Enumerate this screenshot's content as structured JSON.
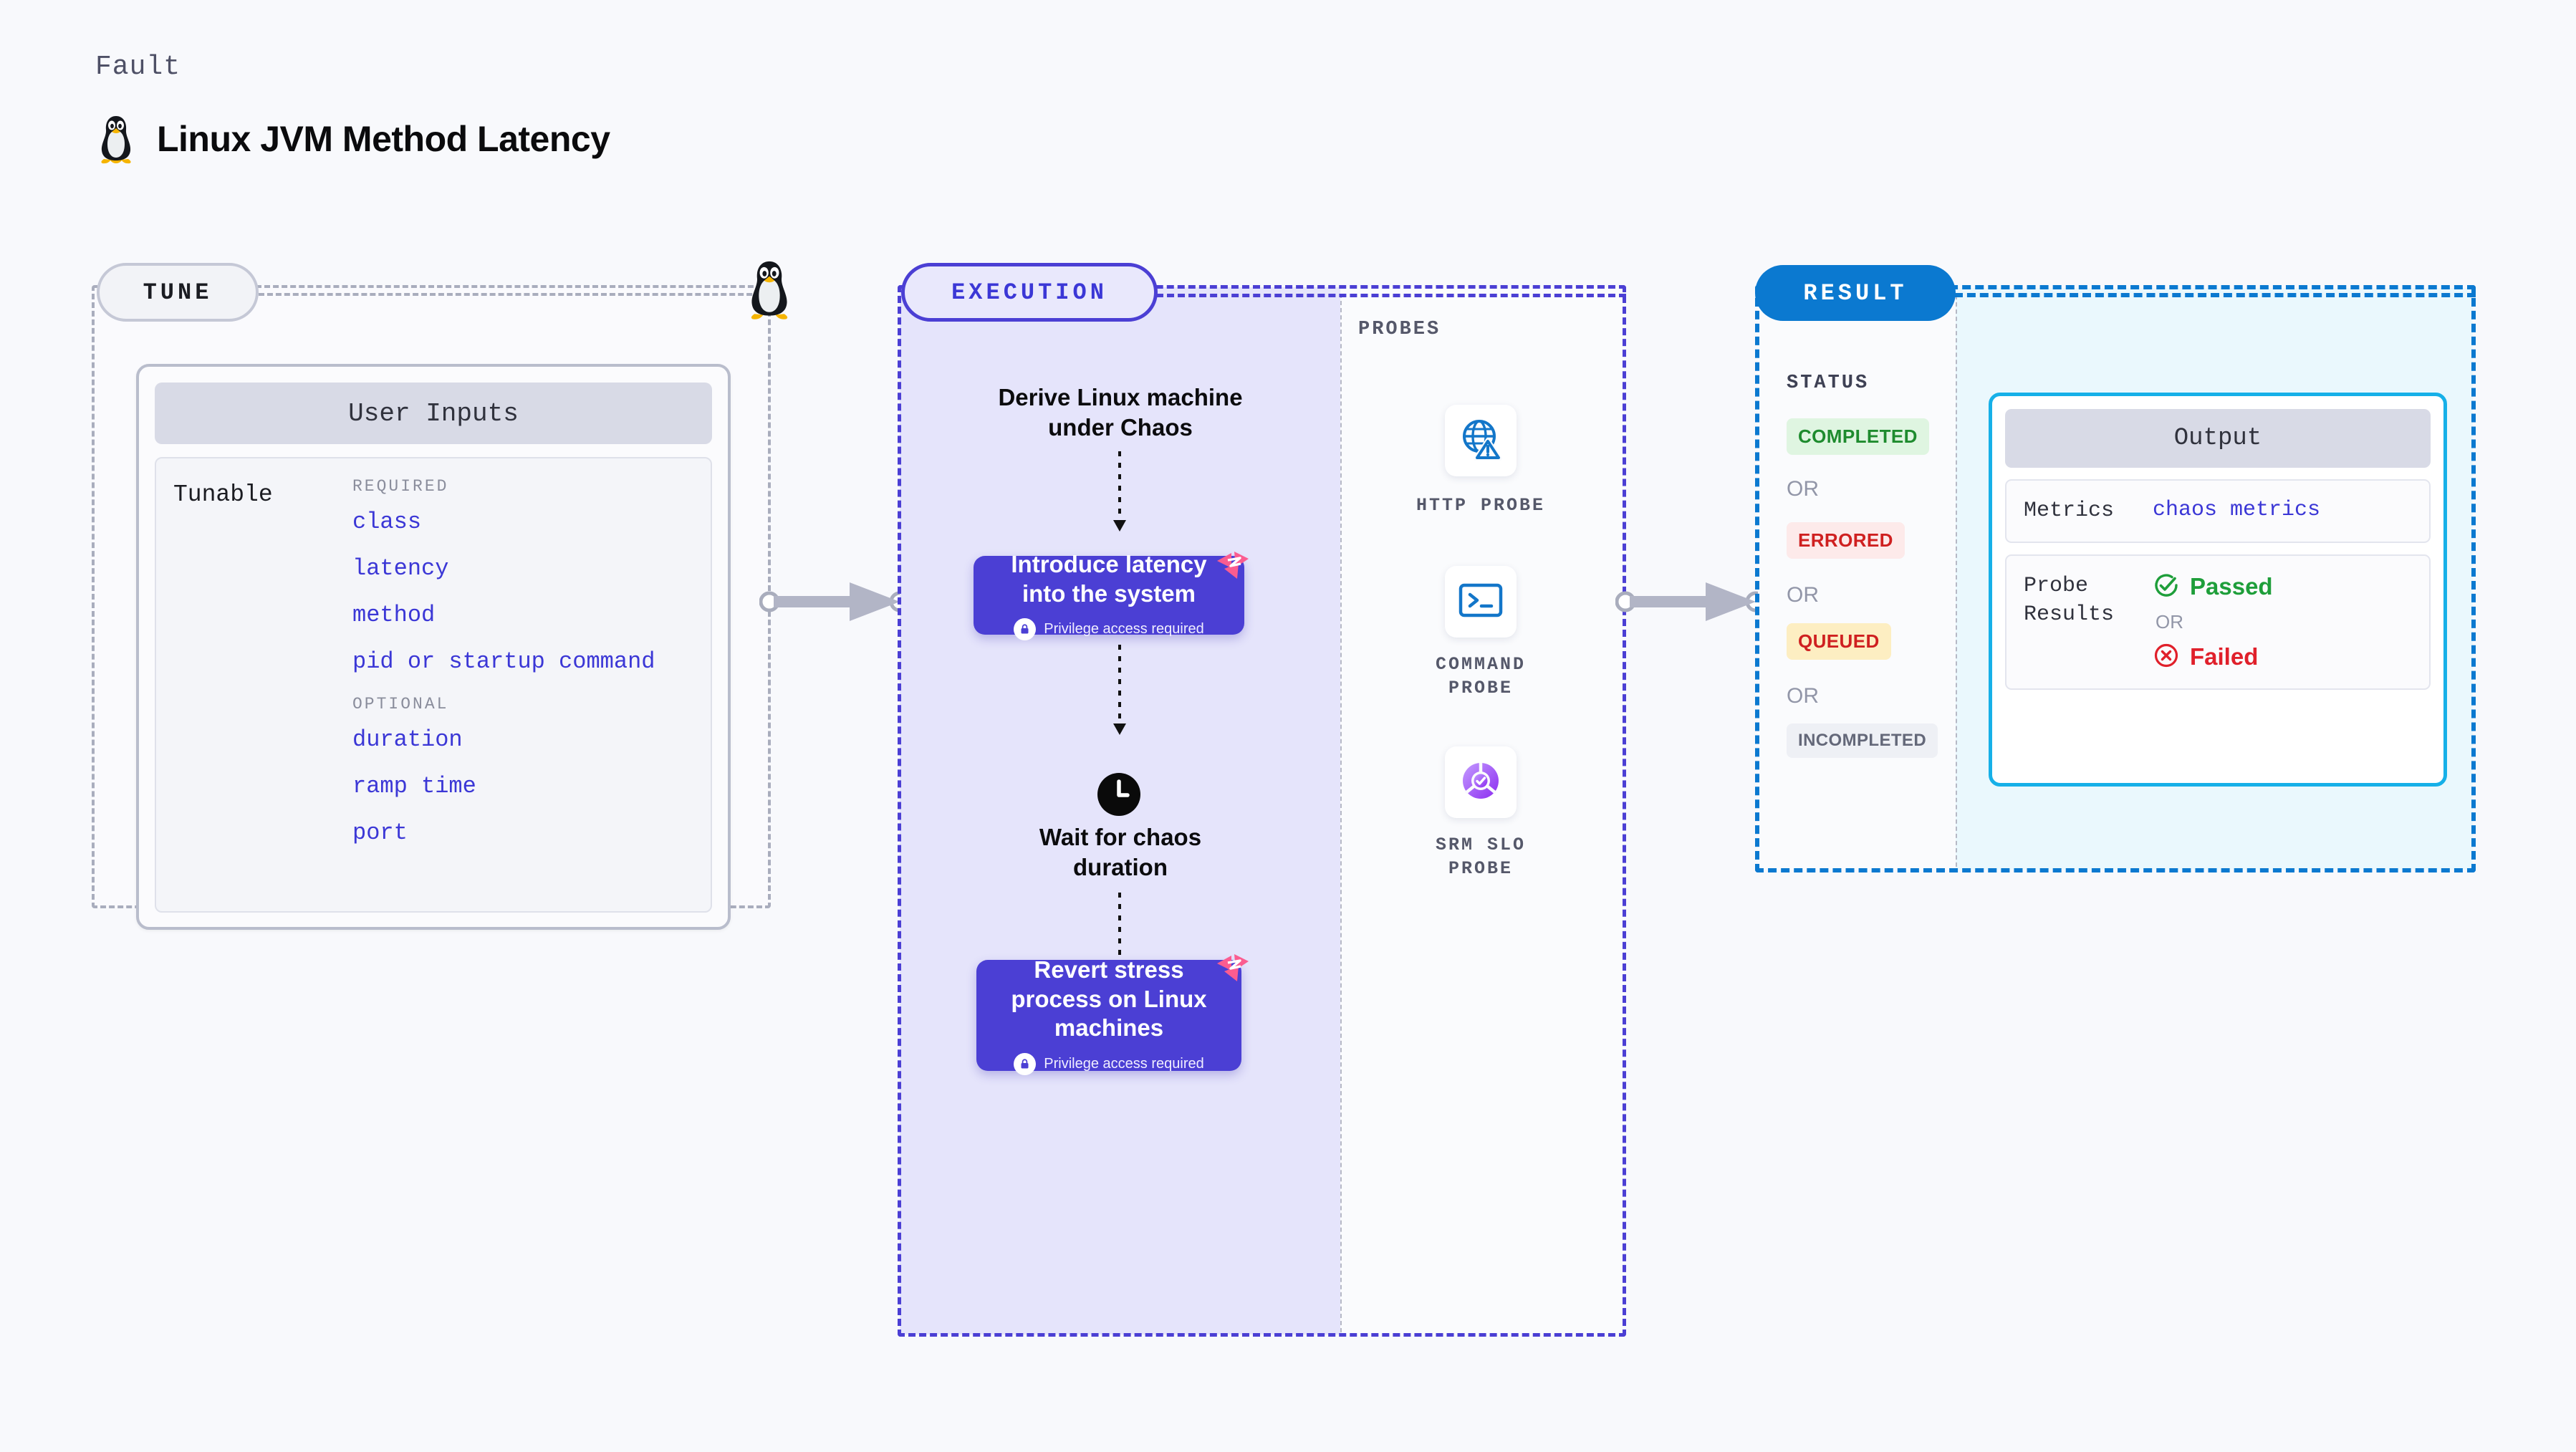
{
  "header": {
    "kicker": "Fault",
    "title": "Linux JVM Method Latency",
    "icon": "linux-tux-icon"
  },
  "tune": {
    "pill_label": "TUNE",
    "corner_icon": "linux-tux-icon",
    "card": {
      "header": "User Inputs",
      "row_label": "Tunable",
      "required_title": "REQUIRED",
      "required_fields": [
        "class",
        "latency",
        "method",
        "pid or startup command"
      ],
      "optional_title": "OPTIONAL",
      "optional_fields": [
        "duration",
        "ramp time",
        "port"
      ]
    }
  },
  "execution": {
    "pill_label": "EXECUTION",
    "steps": [
      {
        "type": "text",
        "label": "Derive Linux machine\nunder Chaos"
      },
      {
        "type": "action",
        "label": "Introduce latency\ninto the system",
        "privilege": "Privilege access required",
        "badge": "chaos-logo-icon"
      },
      {
        "type": "wait",
        "icon": "clock-icon",
        "label": "Wait for chaos\nduration"
      },
      {
        "type": "action",
        "label": "Revert stress\nprocess on Linux\nmachines",
        "privilege": "Privilege access required",
        "badge": "chaos-logo-icon"
      }
    ],
    "step1_line1": "Derive Linux machine",
    "step1_line2": "under Chaos",
    "step2_line1": "Introduce latency",
    "step2_line2": "into the system",
    "step2_priv": "Privilege access required",
    "step3_line1": "Wait for chaos",
    "step3_line2": "duration",
    "step4_line1": "Revert stress",
    "step4_line2": "process on Linux",
    "step4_line3": "machines",
    "step4_priv": "Privilege access required"
  },
  "probes": {
    "title": "PROBES",
    "items": [
      {
        "label": "HTTP PROBE",
        "icon": "globe-warning-icon"
      },
      {
        "label": "COMMAND PROBE",
        "label_l1": "COMMAND",
        "label_l2": "PROBE",
        "icon": "terminal-icon"
      },
      {
        "label": "SRM SLO PROBE",
        "label_l1": "SRM SLO",
        "label_l2": "PROBE",
        "icon": "slo-donut-check-icon"
      }
    ]
  },
  "result": {
    "pill_label": "RESULT",
    "status_title": "STATUS",
    "or_label": "OR",
    "statuses": [
      {
        "label": "COMPLETED",
        "bg": "#dff5e1",
        "fg": "#1e8b2e"
      },
      {
        "label": "ERRORED",
        "bg": "#fdeaea",
        "fg": "#cf2020"
      },
      {
        "label": "QUEUED",
        "bg": "#fdeec2",
        "fg": "#cf2020"
      },
      {
        "label": "INCOMPLETED",
        "bg": "#eef0f5",
        "fg": "#646879"
      }
    ],
    "output": {
      "header": "Output",
      "metrics_key": "Metrics",
      "metrics_value": "chaos metrics",
      "probe_key_l1": "Probe",
      "probe_key_l2": "Results",
      "passed": "Passed",
      "failed": "Failed",
      "or_label": "OR",
      "pass_icon": "check-circle-icon",
      "fail_icon": "x-circle-icon"
    }
  },
  "connectors": {
    "arrow1": "tune-to-execution-arrow",
    "arrow2": "probes-to-result-arrow"
  },
  "colors": {
    "background": "#f8f9fc",
    "tune_border": "#a9adbd",
    "execution": "#4b3fd4",
    "execution_fill": "#e5e4fb",
    "result": "#0b79d0",
    "result_fill": "#eaf8fd",
    "output_border": "#16b0e8",
    "field_text": "#3b37d6",
    "chaos_pink": "#fb5c90"
  }
}
